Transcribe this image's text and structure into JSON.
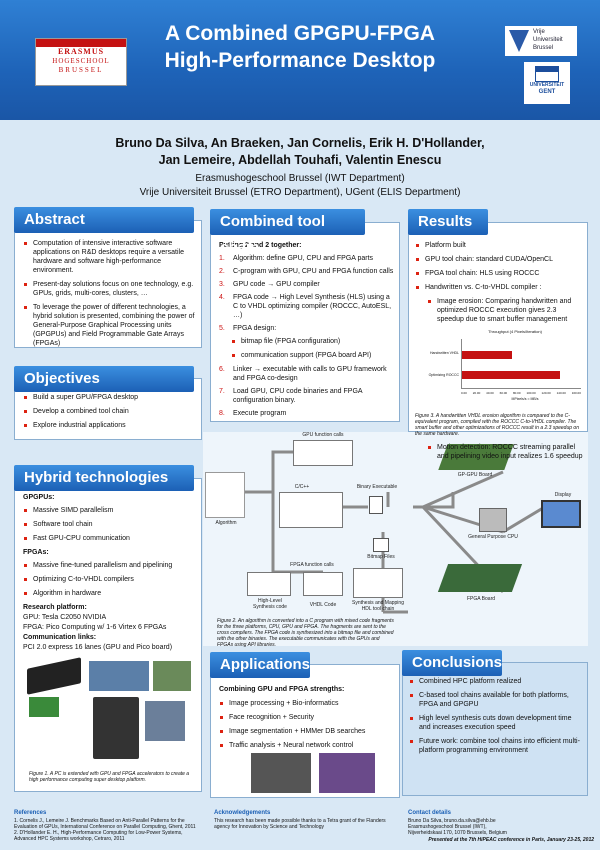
{
  "header": {
    "title_line1": "A Combined GPGPU-FPGA",
    "title_line2": "High-Performance Desktop",
    "logo_left_lines": [
      "ERASMUS",
      "HOGESCHOOL",
      "BRUSSEL"
    ],
    "logo_vu_lines": [
      "Vrije",
      "Universiteit",
      "Brussel"
    ],
    "logo_ugent_lines": [
      "UNIVERSITEIT",
      "GENT"
    ]
  },
  "authors": {
    "line1": "Bruno Da Silva, An Braeken, Jan Cornelis, Erik H. D'Hollander,",
    "line2": "Jan Lemeire, Abdellah Touhafi, Valentin Enescu",
    "aff1": "Erasmushogeschool Brussel (IWT Department)",
    "aff2": "Vrije Universiteit Brussel (ETRO Department), UGent (ELIS Department)"
  },
  "abstract": {
    "title": "Abstract",
    "items": [
      "Computation of intensive interactive software applications on R&D desktops require a versatile hardware and software high-performance environment.",
      "Present-day solutions focus on one technology, e.g. GPUs, grids, multi-cores, clusters, …",
      "To leverage the power of different technologies, a hybrid solution is presented, combining the power of General-Purpose Graphical Processing units (GPGPUs) and Field Programmable Gate Arrays (FPGAs)"
    ]
  },
  "objectives": {
    "title": "Objectives",
    "items": [
      "Build a super GPU/FPGA desktop",
      "Develop a combined tool chain",
      "Explore industrial applications"
    ]
  },
  "hybrid": {
    "title": "Hybrid technologies",
    "gpgpus_head": "GPGPUs:",
    "gpgpus": [
      "Massive SIMD parallelism",
      "Software tool chain",
      "Fast GPU-CPU communication"
    ],
    "fpgas_head": "FPGAs:",
    "fpgas": [
      "Massive fine-tuned parallelism and pipelining",
      "Optimizing C-to-VHDL compilers",
      "Algorithm in hardware"
    ],
    "research_head": "Research platform:",
    "gpu_line": "GPU: Tesla C2050 NVIDIA",
    "fpga_line": "FPGA: Pico Computing  w/ 1-6 Virtex 6 FPGAs",
    "comm_head": "Communication links:",
    "comm_line": "PCI 2.0 express 16 lanes (GPU and Pico board)",
    "fig_caption": "Figure 1. A PC is extended with GPU and FPGA accelerators to create a high performance computing super desktop platform."
  },
  "toolchain": {
    "title": "Combined tool chain",
    "lead": "Putting 2 and 2 together:",
    "steps": [
      {
        "n": "1.",
        "t": "Algorithm: define GPU, CPU and FPGA parts"
      },
      {
        "n": "2.",
        "t": "C-program with GPU, CPU and FPGA function calls"
      },
      {
        "n": "3.",
        "t": "GPU code → GPU compiler"
      },
      {
        "n": "4.",
        "t": "FPGA code → High Level Synthesis (HLS) using a C to VHDL optimizing compiler (ROCCC, AutoESL, …)"
      },
      {
        "n": "5.",
        "t": "FPGA design:"
      },
      {
        "n": "6.",
        "t": "Linker → executable with calls to GPU framework and FPGA co-design"
      },
      {
        "n": "7.",
        "t": "Load GPU, CPU code binaries and FPGA configuration binary."
      },
      {
        "n": "8.",
        "t": "Execute program"
      }
    ],
    "fpga_design": [
      "bitmap file (FPGA configuration)",
      "communication support (FPGA board API)"
    ]
  },
  "diagram": {
    "gpu_funcs": "GPU function calls",
    "cpp": "C/C++",
    "binary_exec": "Binary Executable",
    "gp_gpu_board": "GP-GPU Board",
    "display": "Display",
    "algorithm": "Algorithm",
    "gpp": "General Purpose CPU",
    "bitmap_files": "Bitmap Files",
    "fpga_funcs": "FPGA function calls",
    "hls": "High-Level Synthesis code",
    "vhdl": "VHDL Code",
    "synth": "Synthesis and Mapping HDL tool chain",
    "fpga_board": "FPGA Board",
    "caption": "Figure 2. An algorithm is converted into a C program with mixed code fragments for the three platforms, CPU, GPU and FPGA. The fragments are sent to the cross compilers. The FPGA code is synthesized into a bitmap file and combined with the other binaries. The executable communicates with the GPUs and FPGAs using API libraries."
  },
  "results": {
    "title": "Results",
    "items": [
      "Platform built",
      "GPU tool chain: standard CUDA/OpenCL",
      "FPGA tool chain: HLS using ROCCC",
      "Handwritten vs. C-to-VHDL compiler :"
    ],
    "sub1": "Image erosion: Comparing handwritten and optimized ROCCC execution gives 2.3 speedup due to smart buffer management",
    "sub2": "Motion detection: ROCCC streaming parallel and pipelining video input realizes 1.6 speedup",
    "fig_caption": "Figure 3. A handwritten VHDL erosion algorithm is compared to the C-equivalent program, compiled with the ROCCC C-to-VHDL compiler. The smart buffer and other optimizations of ROCCC result in a 2.3 speedup on the same hardware."
  },
  "chart": {
    "title": "Throughput (4 Pixels/Iteration)",
    "labels": [
      "Handwritten VHDL",
      "Optimizing ROCCC"
    ],
    "xlabel": "MPixels/s = MB/s",
    "ticks": [
      "0.00",
      "20.00",
      "40.00",
      "60.00",
      "80.00",
      "100.00",
      "120.00",
      "140.00",
      "160.00"
    ],
    "color": "#c41111"
  },
  "applications": {
    "title": "Applications",
    "lead": "Combining GPU and FPGA strengths:",
    "items": [
      "Image processing + Bio-informatics",
      "Face recognition + Security",
      "Image segmentation + HMMer DB searches",
      "Traffic analysis + Neural network control"
    ]
  },
  "conclusions": {
    "title": "Conclusions",
    "items": [
      "Combined HPC platform realized",
      "C-based tool chains available for both platforms, FPGA and GPGPU",
      "High level synthesis cuts down development time and increases execution speed",
      "Future work: combine tool chains into efficient multi-platform programming environment"
    ]
  },
  "footer": {
    "refs_head": "References",
    "ref1": "1. Cornelis J., Lemeire J. Benchmarks Based on Anti-Parallel Patterns for the Evaluation of GPUs, International Conference on Parallel Computing, Ghent, 2011",
    "ref2": "2. D'Hollander E. H., High-Performance Computing for Low-Power Systems, Advanced HPC Systems workshop, Cetraro, 2011",
    "ack_head": "Acknowledgements",
    "ack": "This research has been made possible thanks to a Tetra grant of the Flanders agency for Innovation by Science and Technology",
    "contact_head": "Contact details",
    "contact1": "Bruno Da Silva, bruno.da.silva@ehb.be",
    "contact2": "Erasmushogeschool Brussel (IWT),",
    "contact3": "Nijverheidskaai 170, 1070 Brussels, Belgium",
    "conf": "Presented at the 7th HiPEAC conference in Paris, January 23-25, 2012"
  }
}
